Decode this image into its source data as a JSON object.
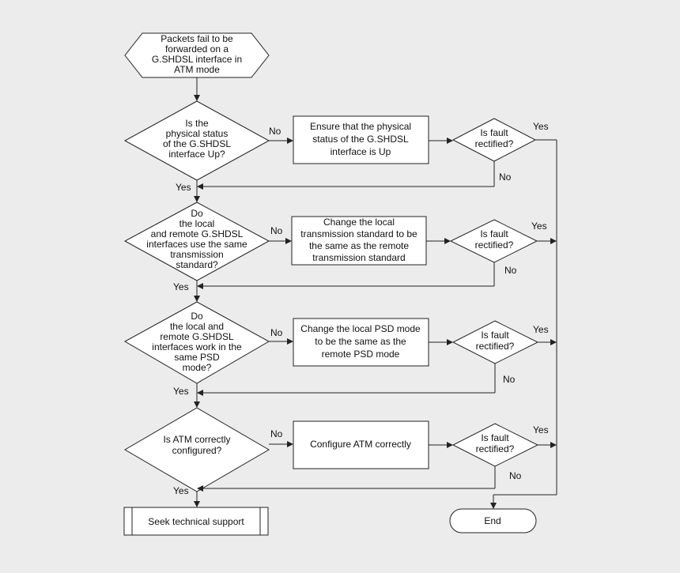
{
  "flowchart": {
    "start": [
      "Packets fail to be",
      "forwarded on a",
      "G.SHDSL interface in",
      "ATM mode"
    ],
    "decisions": [
      [
        "Is the",
        "physical status",
        "of the G.SHDSL",
        "interface Up?"
      ],
      [
        "Do",
        "the local",
        "and remote G.SHDSL",
        "interfaces use the same",
        "transmission",
        "standard?"
      ],
      [
        "Do",
        "the local and",
        "remote G.SHDSL",
        "interfaces work in the",
        "same PSD",
        "mode?"
      ],
      [
        "Is ATM correctly",
        "configured?"
      ]
    ],
    "actions": [
      [
        "Ensure that the physical",
        "status of the G.SHDSL",
        "interface is Up"
      ],
      [
        "Change the local",
        "transmission standard to be",
        "the same as the remote",
        "transmission standard"
      ],
      [
        "Change the local PSD mode",
        "to be the same as the",
        "remote PSD mode"
      ],
      [
        "Configure ATM correctly"
      ]
    ],
    "fault_check": [
      "Is fault",
      "rectified?"
    ],
    "support": "Seek technical support",
    "end": "End",
    "label_yes": "Yes",
    "label_no": "No"
  }
}
